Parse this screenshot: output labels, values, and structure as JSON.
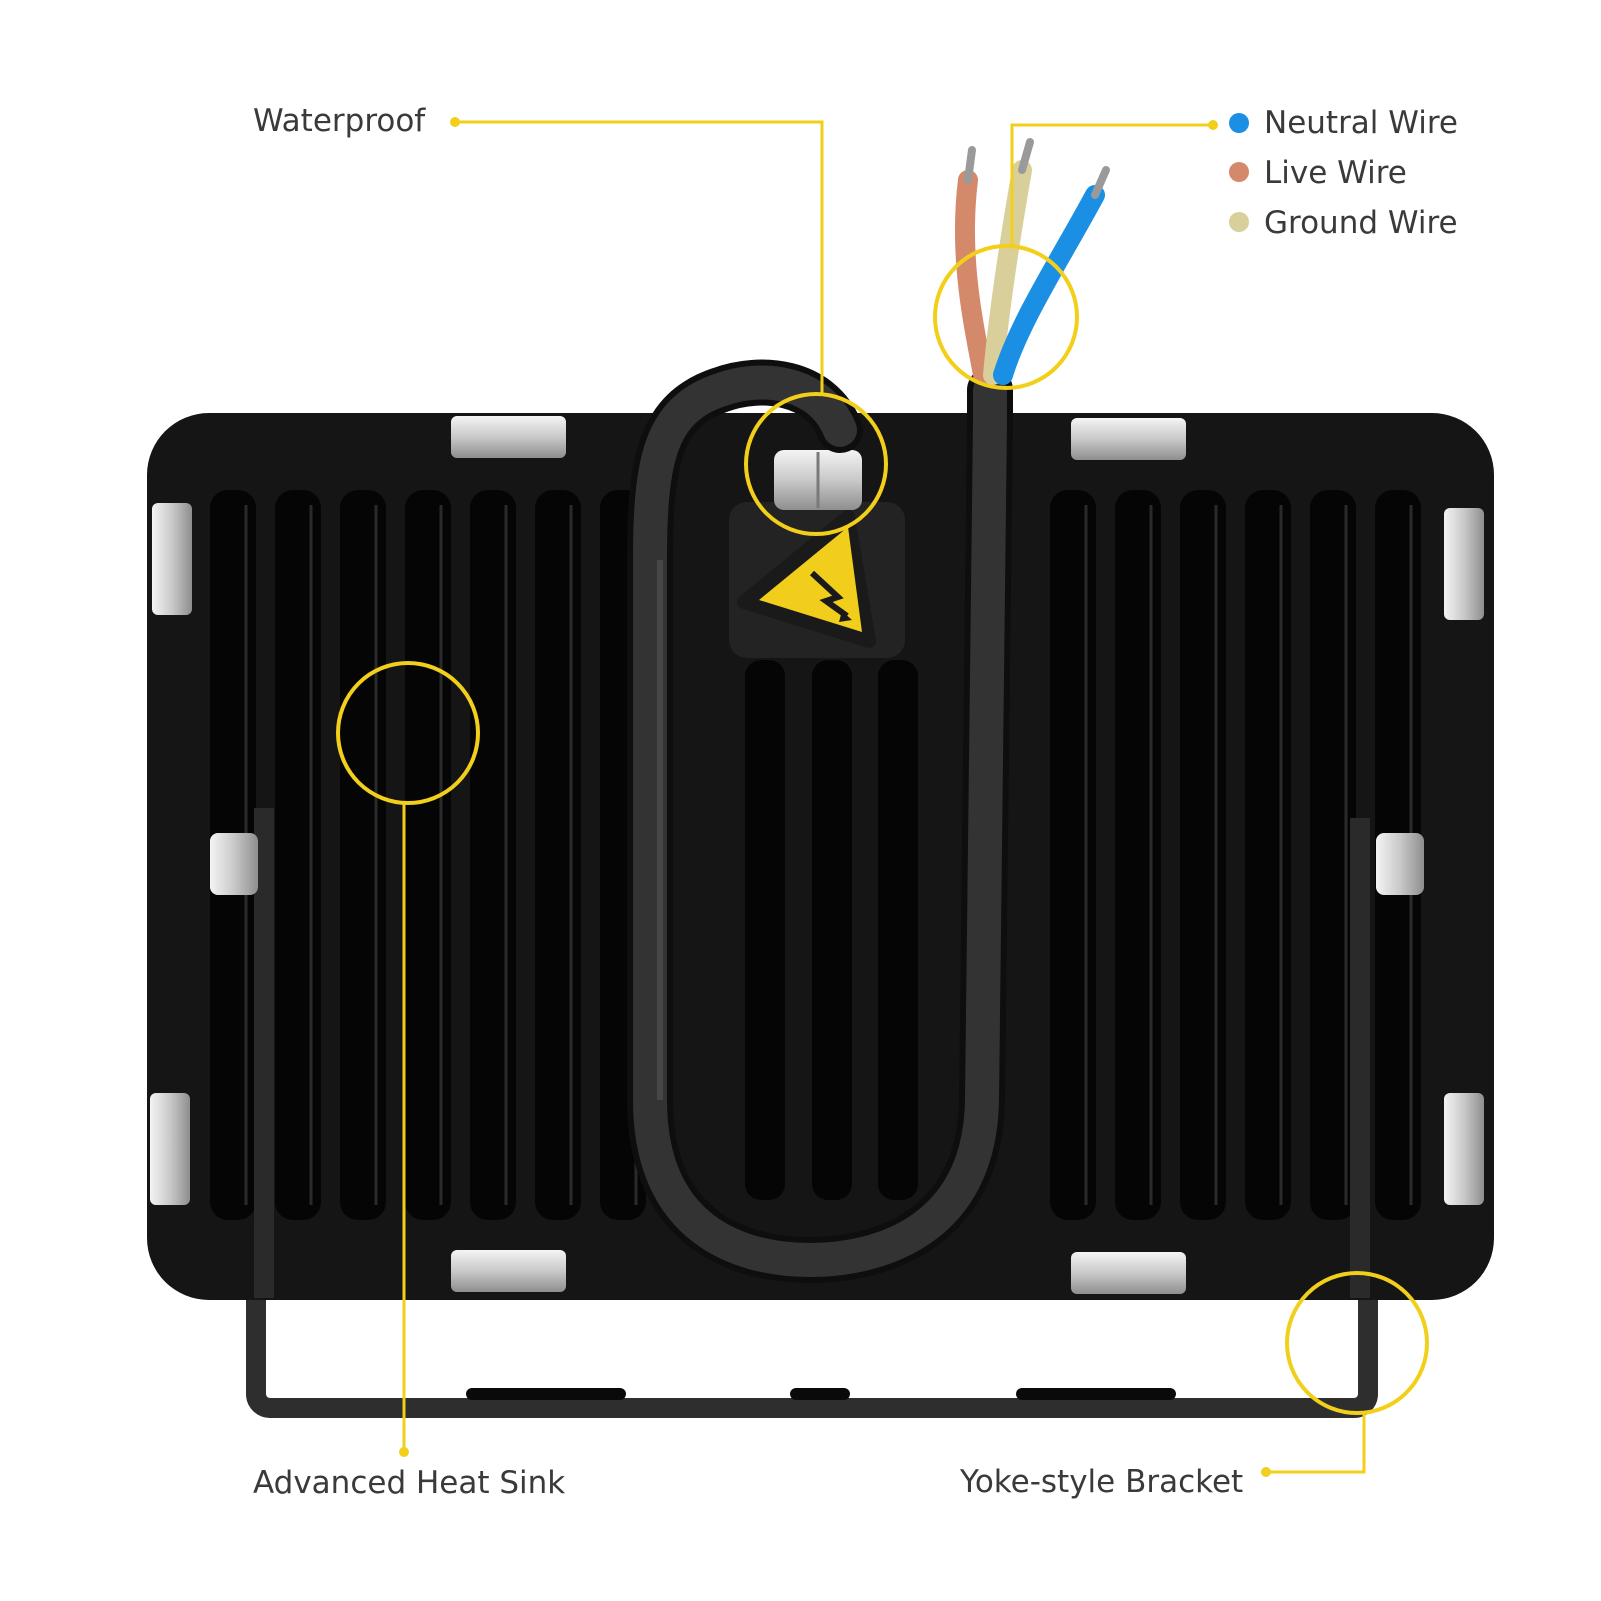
{
  "callouts": {
    "waterproof": "Waterproof",
    "heat_sink": "Advanced Heat Sink",
    "bracket": "Yoke-style Bracket"
  },
  "wires": [
    {
      "label": "Neutral Wire",
      "color": "#1a8fe3"
    },
    {
      "label": "Live Wire",
      "color": "#d4896a"
    },
    {
      "label": "Ground Wire",
      "color": "#d9cf9a"
    }
  ],
  "colors": {
    "accent": "#f2cf1a",
    "body": "#141414",
    "fin": "#050505",
    "cable": "#1c1c1c",
    "text": "#3a3a3a"
  },
  "icons": {
    "warning": "high-voltage-warning-icon"
  }
}
